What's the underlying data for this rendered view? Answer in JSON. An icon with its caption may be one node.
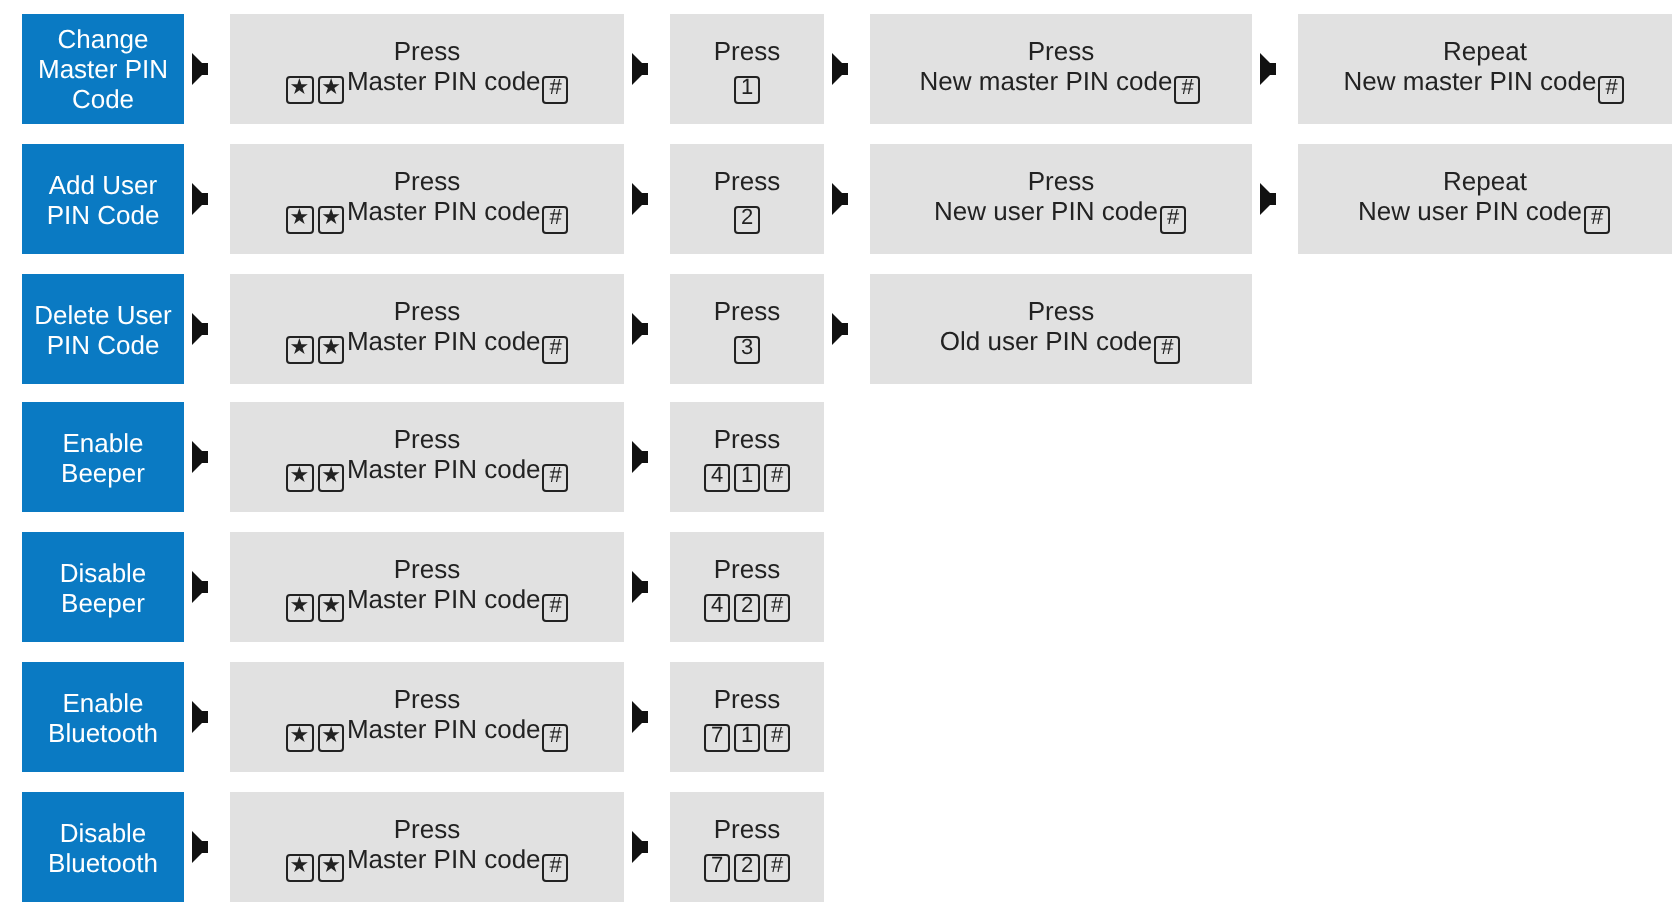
{
  "diagram": {
    "nodes": [
      {
        "text": [
          "Change Master PIN Code"
        ]
      },
      {
        "text": [
          "Press",
          "★ ★ Master PIN code #"
        ]
      },
      {
        "text": [
          "Press",
          "1"
        ]
      },
      {
        "text": [
          "Press",
          "New master PIN code #"
        ]
      },
      {
        "text": [
          "Repeat",
          "New master PIN code #"
        ]
      },
      {
        "text": [
          "Add User PIN Code"
        ]
      },
      {
        "text": [
          "Press",
          "★ ★ Master PIN code #"
        ]
      },
      {
        "text": [
          "Press",
          "2"
        ]
      },
      {
        "text": [
          "Press",
          "New user PIN code #"
        ]
      },
      {
        "text": [
          "Repeat",
          "New user PIN code #"
        ]
      },
      {
        "text": [
          "Delete User PIN Code"
        ]
      },
      {
        "text": [
          "Press",
          "★ ★ Master PIN code #"
        ]
      },
      {
        "text": [
          "Press",
          "3"
        ]
      },
      {
        "text": [
          "Press",
          "Old user PIN code #"
        ]
      },
      {
        "text": [
          "Enable Beeper"
        ]
      },
      {
        "text": [
          "Press",
          "★ ★ Master PIN code #"
        ]
      },
      {
        "text": [
          "Press",
          "4 1 #"
        ]
      },
      {
        "text": [
          "Disable Beeper"
        ]
      },
      {
        "text": [
          "Press",
          "★ ★ Master PIN code #"
        ]
      },
      {
        "text": [
          "Press",
          "4 2 #"
        ]
      },
      {
        "text": [
          "Enable Bluetooth"
        ]
      },
      {
        "text": [
          "Press",
          "★ ★ Master PIN code #"
        ]
      },
      {
        "text": [
          "Press",
          "7 1 #"
        ]
      },
      {
        "text": [
          "Disable Bluetooth"
        ]
      },
      {
        "text": [
          "Press",
          "★ ★ Master PIN code #"
        ]
      },
      {
        "text": [
          "Press",
          "7 2 #"
        ]
      }
    ],
    "edges": [
      {
        "from": 0,
        "to": 1,
        "arrow": "to"
      },
      {
        "from": 1,
        "to": 2,
        "arrow": "to"
      },
      {
        "from": 2,
        "to": 3,
        "arrow": "to"
      },
      {
        "from": 3,
        "to": 4,
        "arrow": "to"
      },
      {
        "from": 5,
        "to": 6,
        "arrow": "to"
      },
      {
        "from": 6,
        "to": 7,
        "arrow": "to"
      },
      {
        "from": 7,
        "to": 8,
        "arrow": "to"
      },
      {
        "from": 8,
        "to": 9,
        "arrow": "to"
      },
      {
        "from": 10,
        "to": 11,
        "arrow": "to"
      },
      {
        "from": 11,
        "to": 12,
        "arrow": "to"
      },
      {
        "from": 12,
        "to": 13,
        "arrow": "to"
      },
      {
        "from": 14,
        "to": 15,
        "arrow": "to"
      },
      {
        "from": 15,
        "to": 16,
        "arrow": "to"
      },
      {
        "from": 17,
        "to": 18,
        "arrow": "to"
      },
      {
        "from": 18,
        "to": 19,
        "arrow": "to"
      },
      {
        "from": 20,
        "to": 21,
        "arrow": "to"
      },
      {
        "from": 21,
        "to": 22,
        "arrow": "to"
      },
      {
        "from": 23,
        "to": 24,
        "arrow": "to"
      },
      {
        "from": 24,
        "to": 25,
        "arrow": "to"
      }
    ]
  }
}
